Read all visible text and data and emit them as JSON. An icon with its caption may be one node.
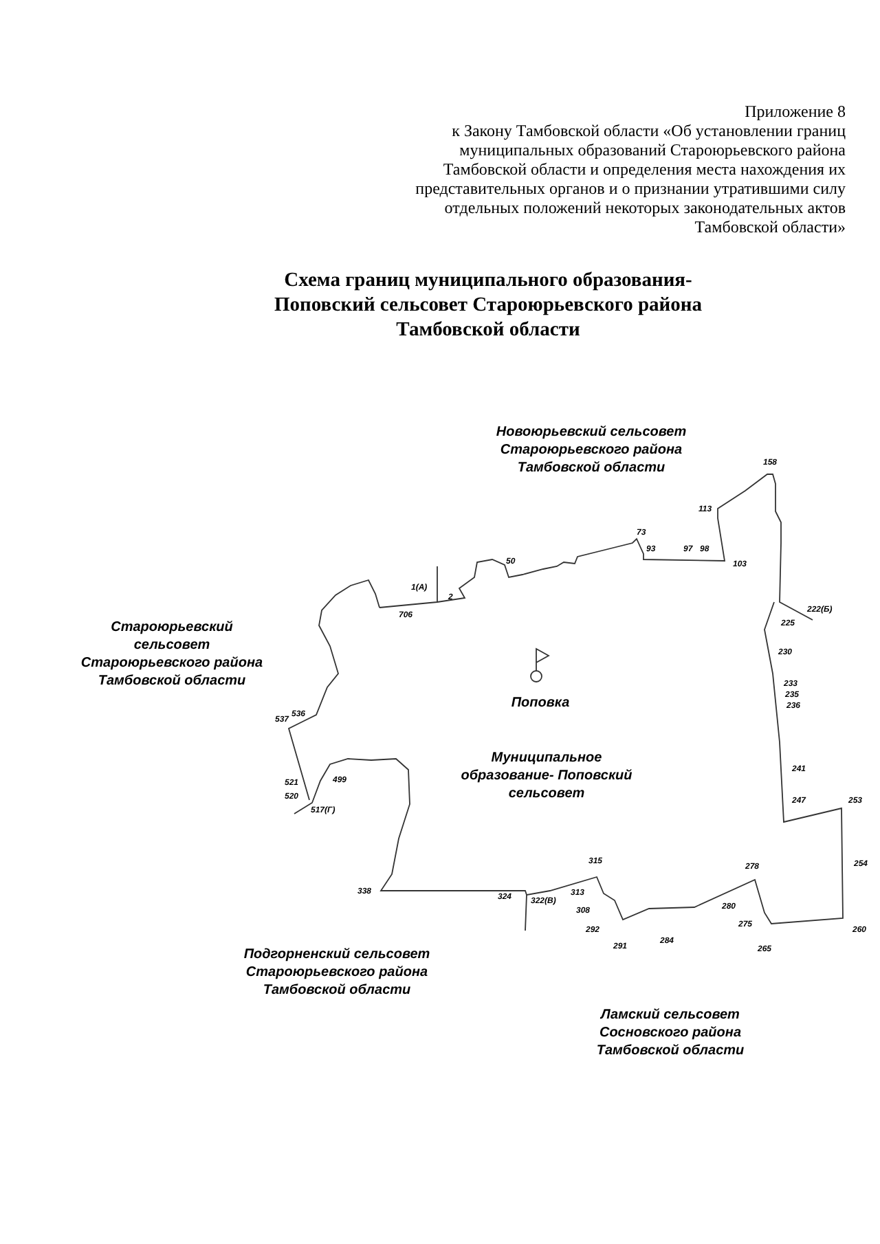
{
  "diagram": {
    "title": "Схема границ муниципального образования- Поповский сельсовет Староюрьевского района Тамбовской области",
    "labels": [
      "Приложение 8",
      "к Закону Тамбовской области «Об установлении границ муниципальных образований Староюрьевского района Тамбовской области и определения места нахождения их представительных органов и о признании утратившими силу отдельных положений некоторых законодательных актов Тамбовской области»",
      "Новоюрьевский сельсовет Староюрьевского района Тамбовской области",
      "158",
      "113",
      "73",
      "93",
      "97",
      "98",
      "103",
      "50",
      "1(А)",
      "2",
      "706",
      "222(Б)",
      "225",
      "Староюрьевский сельсовет Староюрьевского района Тамбовской области",
      "230",
      "Поповка",
      "233",
      "235",
      "236",
      "536",
      "537",
      "Муниципальное образование- Поповский сельсовет",
      "499",
      "521",
      "520",
      "241",
      "517(Г)",
      "247",
      "253",
      "254",
      "315",
      "278",
      "338",
      "324",
      "322(В)",
      "313",
      "280",
      "308",
      "260",
      "275",
      "292",
      "291",
      "284",
      "265",
      "Подгорненский сельсовет Староюрьевского района Тамбовской области",
      "Ламский сельсовет Сосновского района Тамбовской области"
    ]
  }
}
